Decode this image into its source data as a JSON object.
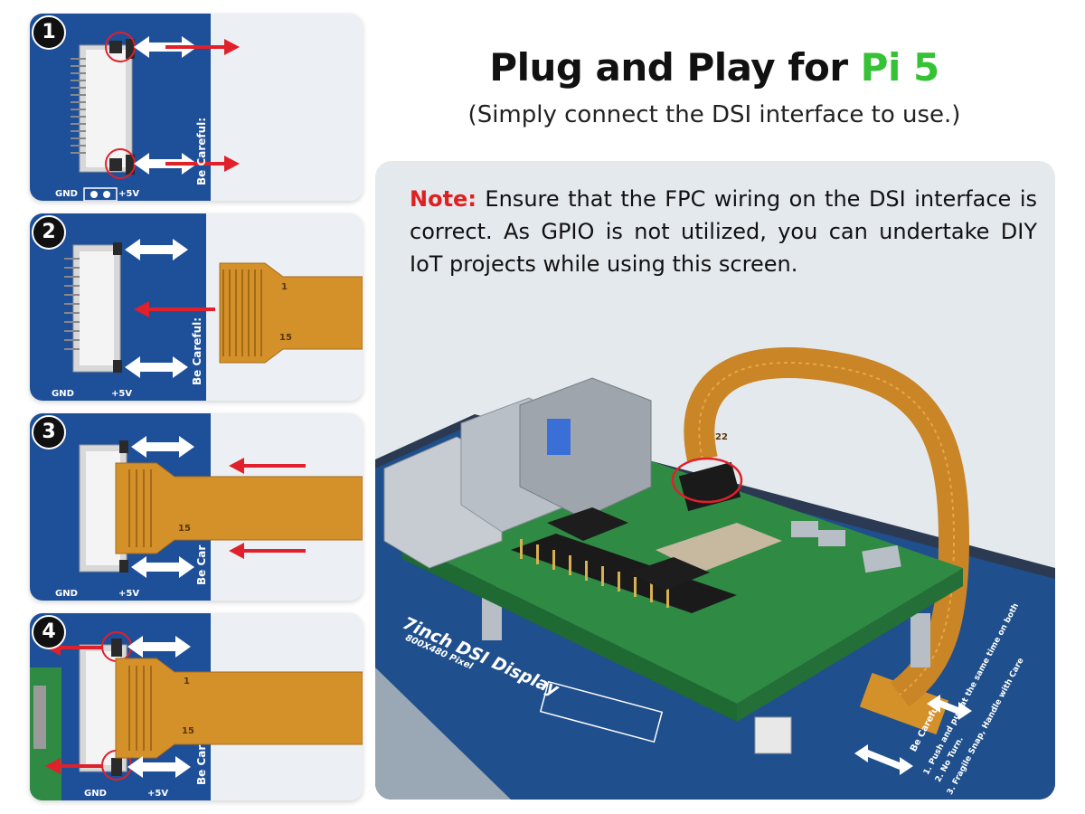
{
  "title": {
    "prefix": "Plug and Play for ",
    "accent": "Pi 5",
    "accent_color": "#35c235",
    "subtitle": "(Simply connect the DSI interface to use.)"
  },
  "note": {
    "label": "Note:",
    "label_color": "#e02020",
    "text": " Ensure that the FPC wiring on the DSI interface is correct. As GPIO is not utilized, you can undertake DIY IoT projects while using this screen."
  },
  "steps": [
    {
      "number": "1",
      "warning": "Be Careful:",
      "pin_label": "GND",
      "power_label": "+5V"
    },
    {
      "number": "2",
      "warning": "Be Careful:",
      "pin_label": "GND",
      "power_label": "+5V",
      "cable_pin_1": "1",
      "cable_pin_15": "15"
    },
    {
      "number": "3",
      "warning": "Be Car",
      "pin_label": "GND",
      "power_label": "+5V",
      "cable_pin_15": "15"
    },
    {
      "number": "4",
      "warning": "Be Car",
      "pin_label": "GND",
      "power_label": "+5V",
      "cable_pin_1": "1",
      "cable_pin_15": "15"
    }
  ],
  "display": {
    "model": "7inch DSI Display",
    "resolution": "800X480 Pixel",
    "careful_title": "Be Careful:",
    "careful_1": "1. Push and pull at the same time on both",
    "careful_2": "2. No Turn.",
    "careful_3": "3. Fragile Snap, Handle with Care",
    "cable_pin": "22"
  },
  "colors": {
    "board_blue": "#1e4f99",
    "pcb_green": "#2f8a43",
    "fpc_orange": "#d4912a",
    "arrow_red": "#e0202a"
  }
}
